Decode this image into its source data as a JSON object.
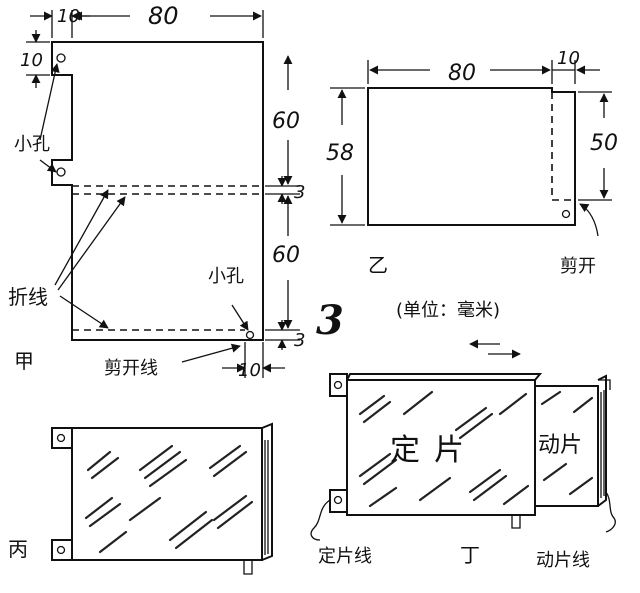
{
  "figure_number": "3",
  "units_note": "(单位：毫米)",
  "panel_jia": {
    "label": "甲",
    "dims": {
      "tab_width": "10",
      "width": "80",
      "tab_height": "10",
      "upper_height": "60",
      "gap": "3",
      "lower_height": "60",
      "gap_bottom": "3",
      "bottom_tab": "10"
    },
    "hole_top": "小孔",
    "hole_bottom": "小孔",
    "fold_line": "折线",
    "cut_line": "剪开线"
  },
  "panel_yi": {
    "label": "乙",
    "dims": {
      "width": "80",
      "tab": "10",
      "height": "58",
      "tab_height": "50"
    },
    "cut": "剪开"
  },
  "panel_bing": {
    "label": "丙"
  },
  "panel_ding": {
    "label": "丁",
    "fixed_plate": "定片",
    "moving_plate": "动片",
    "fixed_wire": "定片线",
    "moving_wire": "动片线"
  }
}
